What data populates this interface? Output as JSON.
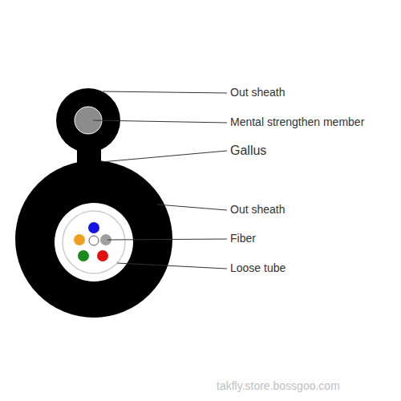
{
  "diagram": {
    "labels": [
      "Out sheath",
      "Mental strengthen member",
      "Gallus",
      "Out sheath",
      "Fiber",
      "Loose tube",
      "takfly.store.bossgoo.com"
    ]
  }
}
